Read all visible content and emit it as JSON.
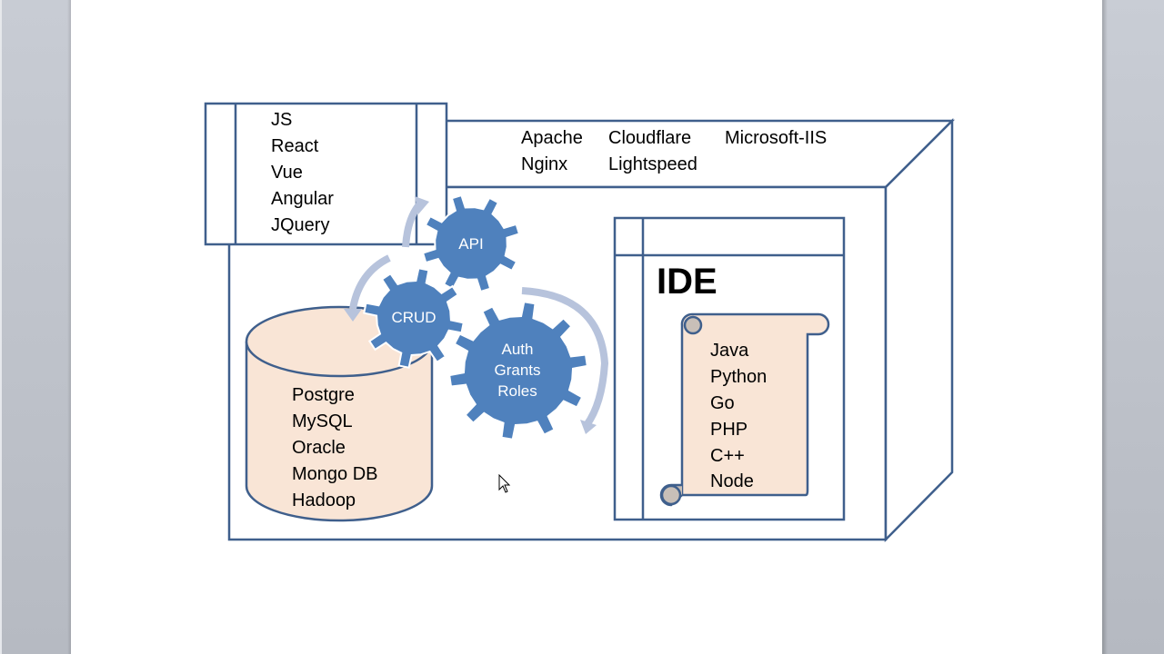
{
  "colors": {
    "outline": "#3f5f8c",
    "gear_fill": "#4f81bd",
    "arrow": "#b7c3dc",
    "cream_fill": "#f9e5d6",
    "page_bg": "#ffffff",
    "side_bg": "#bfc3cb"
  },
  "frontend": {
    "items": [
      "JS",
      "React",
      "Vue",
      "Angular",
      "JQuery"
    ]
  },
  "web_servers": {
    "row1": [
      "Apache",
      "Cloudflare",
      "Microsoft-IIS"
    ],
    "row2": [
      "Nginx",
      "Lightspeed"
    ]
  },
  "gears": {
    "api": "API",
    "crud": "CRUD",
    "auth": [
      "Auth",
      "Grants",
      "Roles"
    ]
  },
  "database": {
    "items": [
      "Postgre",
      "MySQL",
      "Oracle",
      "Mongo DB",
      "Hadoop"
    ]
  },
  "ide": {
    "title": "IDE",
    "languages": [
      "Java",
      "Python",
      "Go",
      "PHP",
      "C++",
      "Node"
    ]
  },
  "icons": {
    "cursor": "mouse-pointer-icon",
    "database": "cylinder-database-icon",
    "scroll": "scroll-icon",
    "gear": "gear-icon",
    "arrow": "curved-arrow-icon"
  }
}
